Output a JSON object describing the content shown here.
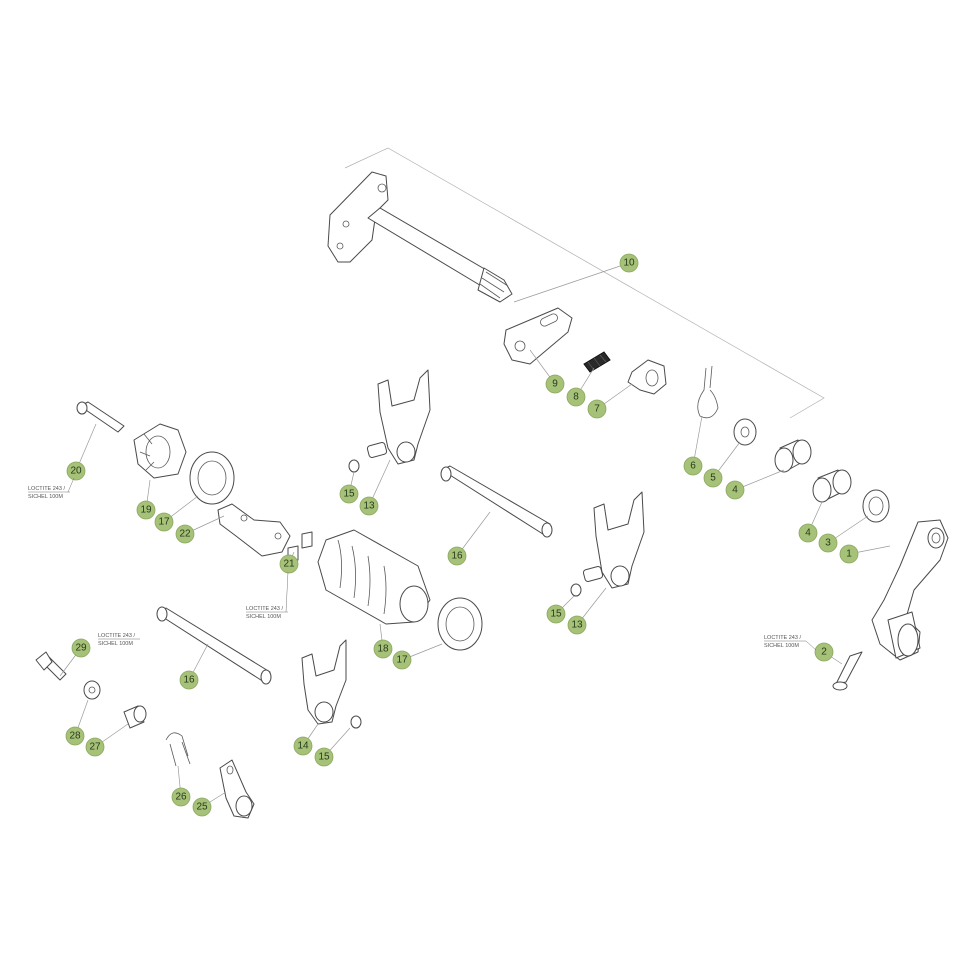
{
  "callout_style": {
    "fill": "#a6c178",
    "text": "#2b3a1c"
  },
  "callouts": [
    "1",
    "2",
    "3",
    "4",
    "4",
    "5",
    "6",
    "7",
    "8",
    "9",
    "10",
    "13",
    "13",
    "14",
    "15",
    "15",
    "15",
    "16",
    "16",
    "17",
    "17",
    "18",
    "19",
    "20",
    "21",
    "22",
    "25",
    "26",
    "27",
    "28",
    "29"
  ],
  "notes": [
    {
      "line1": "LOCTITE 243 /",
      "line2": "SICHEL 100M"
    },
    {
      "line1": "LOCTITE 243 /",
      "line2": "SICHEL 100M"
    },
    {
      "line1": "LOCTITE 243 /",
      "line2": "SICHEL 100M"
    },
    {
      "line1": "LOCTITE 243 /",
      "line2": "SICHEL 100M"
    }
  ]
}
